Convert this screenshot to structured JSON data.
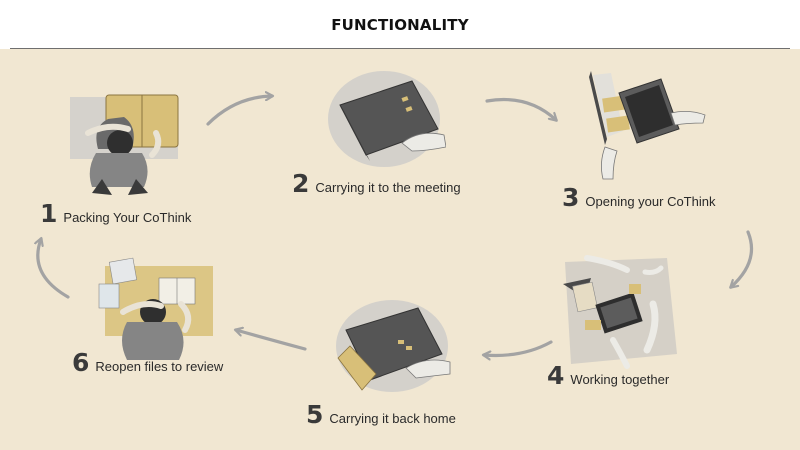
{
  "slide": {
    "title": "FUNCTIONALITY"
  },
  "steps": [
    {
      "number": "1",
      "label": "Packing Your CoThink"
    },
    {
      "number": "2",
      "label": "Carrying it to the meeting"
    },
    {
      "number": "3",
      "label": "Opening your CoThink"
    },
    {
      "number": "4",
      "label": "Working together"
    },
    {
      "number": "5",
      "label": "Carrying it back home"
    },
    {
      "number": "6",
      "label": "Reopen files to review"
    }
  ],
  "colors": {
    "background": "#f1e7d2",
    "arrow": "#a3a3a3",
    "text": "#2a2a2a",
    "device": "#5a5a5a",
    "paper": "#d8bf78"
  }
}
